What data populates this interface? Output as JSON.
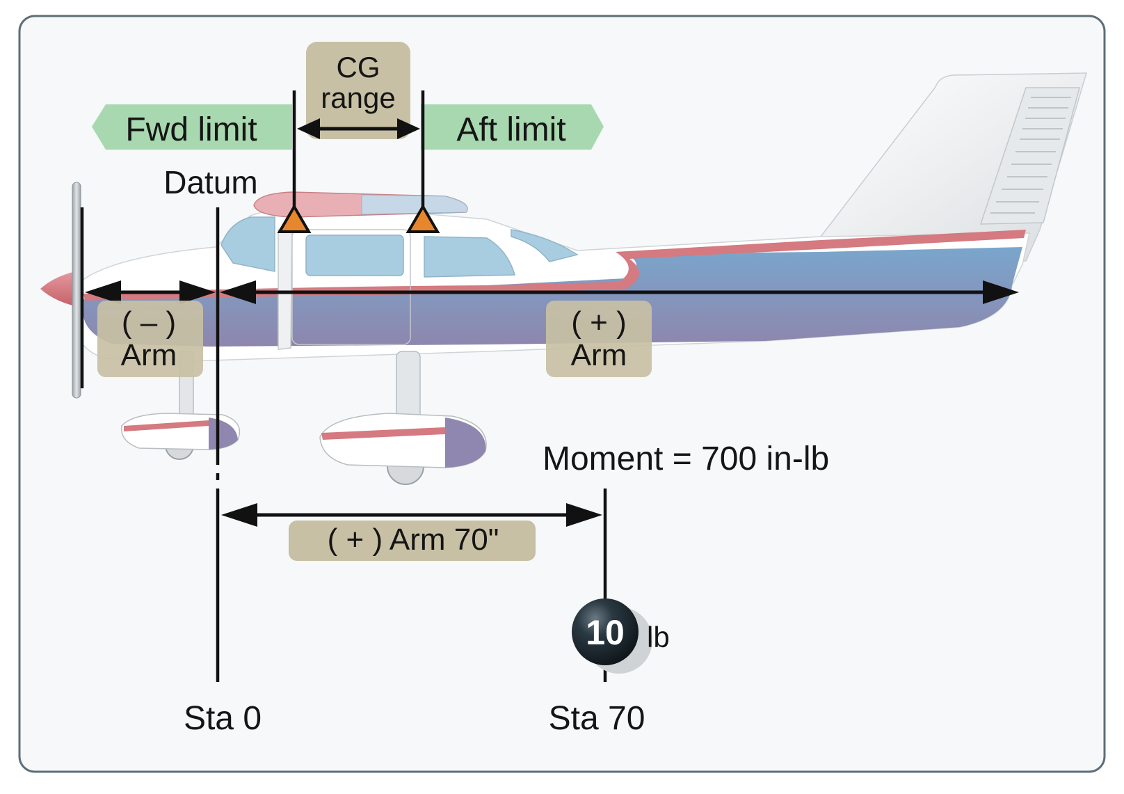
{
  "labels": {
    "cg_range_line1": "CG",
    "cg_range_line2": "range",
    "fwd_limit": "Fwd limit",
    "aft_limit": "Aft limit",
    "datum": "Datum",
    "neg_arm_sign": "( – )",
    "neg_arm_word": "Arm",
    "pos_arm_sign": "( + )",
    "pos_arm_word": "Arm",
    "moment": "Moment = 700 in-lb",
    "arm_70": "( + ) Arm 70\"",
    "weight_value": "10",
    "weight_unit": "lb",
    "sta_0": "Sta 0",
    "sta_70": "Sta 70"
  },
  "colors": {
    "frame_border": "#5f6e78",
    "frame_fill": "#f6f8fa",
    "tag_tan": "#c8c0a4",
    "tag_green": "#a8d8b0",
    "cg_marker": "#e8862e",
    "fuselage_white": "#ffffff",
    "fuselage_blue": "#6e9cc4",
    "fuselage_purple": "#8f87b0",
    "stripe_red": "#d47a80",
    "window_blue": "#a9cde0",
    "weight_ball": "#1e2b33"
  }
}
